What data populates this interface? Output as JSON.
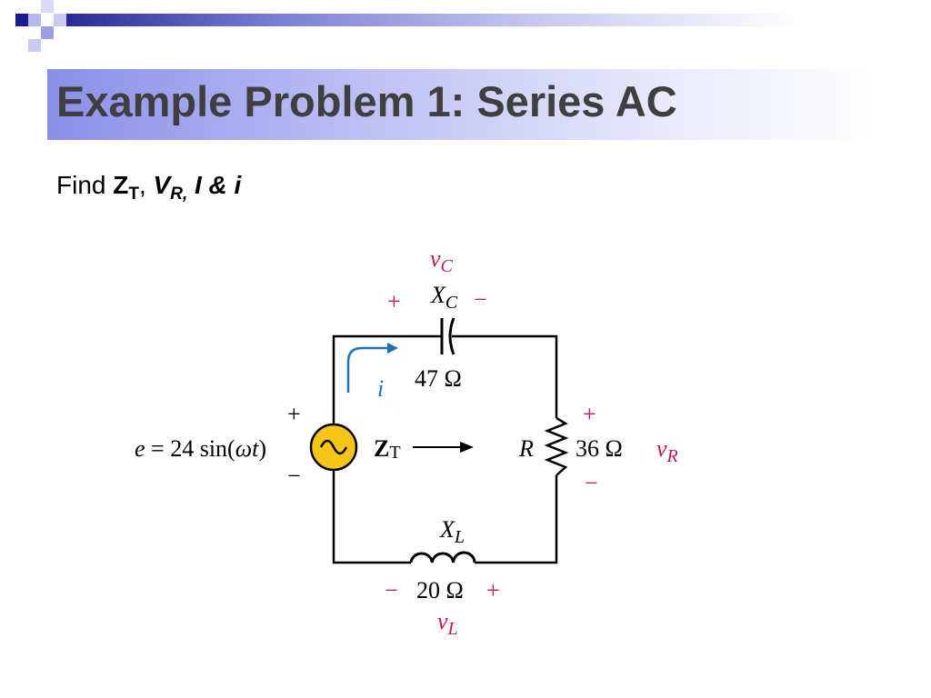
{
  "slide": {
    "title": "Example Problem 1: Series AC",
    "find": {
      "prefix": "Find ",
      "zt_main": "Z",
      "zt_sub": "T",
      "sep1": ", ",
      "vr_main": "V",
      "vr_sub": "R,",
      "rest": " I & i"
    }
  },
  "circuit": {
    "source": {
      "label_e": "e",
      "label_eq": " = 24 sin(",
      "label_omega": "ωt",
      "label_close": ")",
      "plus": "+",
      "minus": "−"
    },
    "capacitor": {
      "volt_main": "v",
      "volt_sub": "C",
      "react_main": "X",
      "react_sub": "C",
      "plus": "+",
      "minus": "−",
      "value": "47 Ω"
    },
    "resistor": {
      "name": "R",
      "value": "36 Ω",
      "volt_main": "v",
      "volt_sub": "R",
      "plus": "+",
      "minus": "−"
    },
    "inductor": {
      "react_main": "X",
      "react_sub": "L",
      "value": "20 Ω",
      "volt_main": "v",
      "volt_sub": "L",
      "plus": "+",
      "minus": "−"
    },
    "current": {
      "label": "i"
    },
    "impedance": {
      "main": "Z",
      "sub": "T"
    }
  },
  "colors": {
    "voltage_label": "#c2185b",
    "current_arrow": "#1a73b8",
    "source_fill": "#f5c518",
    "title_text": "#3f3f3f",
    "title_gradient_start": "#8a8fe8",
    "deco_dark": "#1a1a8c",
    "deco_light": "#9da0e6"
  }
}
